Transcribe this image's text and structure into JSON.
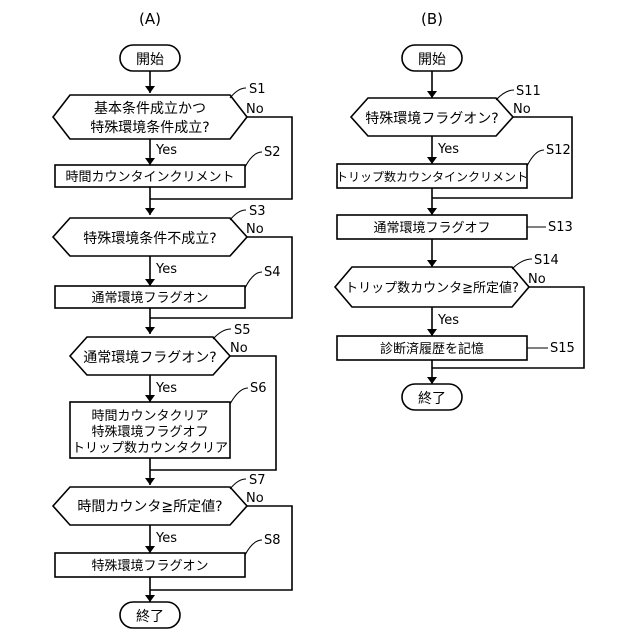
{
  "panel_a": {
    "label": "(A)",
    "start": "開始",
    "end": "終了",
    "s1": {
      "step": "S1",
      "line1": "基本条件成立かつ",
      "line2": "特殊環境条件成立?",
      "yes": "Yes",
      "no": "No"
    },
    "s2": {
      "step": "S2",
      "text": "時間カウンタインクリメント"
    },
    "s3": {
      "step": "S3",
      "text": "特殊環境条件不成立?",
      "yes": "Yes",
      "no": "No"
    },
    "s4": {
      "step": "S4",
      "text": "通常環境フラグオン"
    },
    "s5": {
      "step": "S5",
      "text": "通常環境フラグオン?",
      "yes": "Yes",
      "no": "No"
    },
    "s6": {
      "step": "S6",
      "line1": "時間カウンタクリア",
      "line2": "特殊環境フラグオフ",
      "line3": "トリップ数カウンタクリア"
    },
    "s7": {
      "step": "S7",
      "text": "時間カウンタ≧所定値?",
      "yes": "Yes",
      "no": "No"
    },
    "s8": {
      "step": "S8",
      "text": "特殊環境フラグオン"
    }
  },
  "panel_b": {
    "label": "(B)",
    "start": "開始",
    "end": "終了",
    "s11": {
      "step": "S11",
      "text": "特殊環境フラグオン?",
      "yes": "Yes",
      "no": "No"
    },
    "s12": {
      "step": "S12",
      "text": "トリップ数カウンタインクリメント"
    },
    "s13": {
      "step": "S13",
      "text": "通常環境フラグオフ"
    },
    "s14": {
      "step": "S14",
      "text": "トリップ数カウンタ≧所定値?",
      "yes": "Yes",
      "no": "No"
    },
    "s15": {
      "step": "S15",
      "text": "診断済履歴を記憶"
    }
  }
}
